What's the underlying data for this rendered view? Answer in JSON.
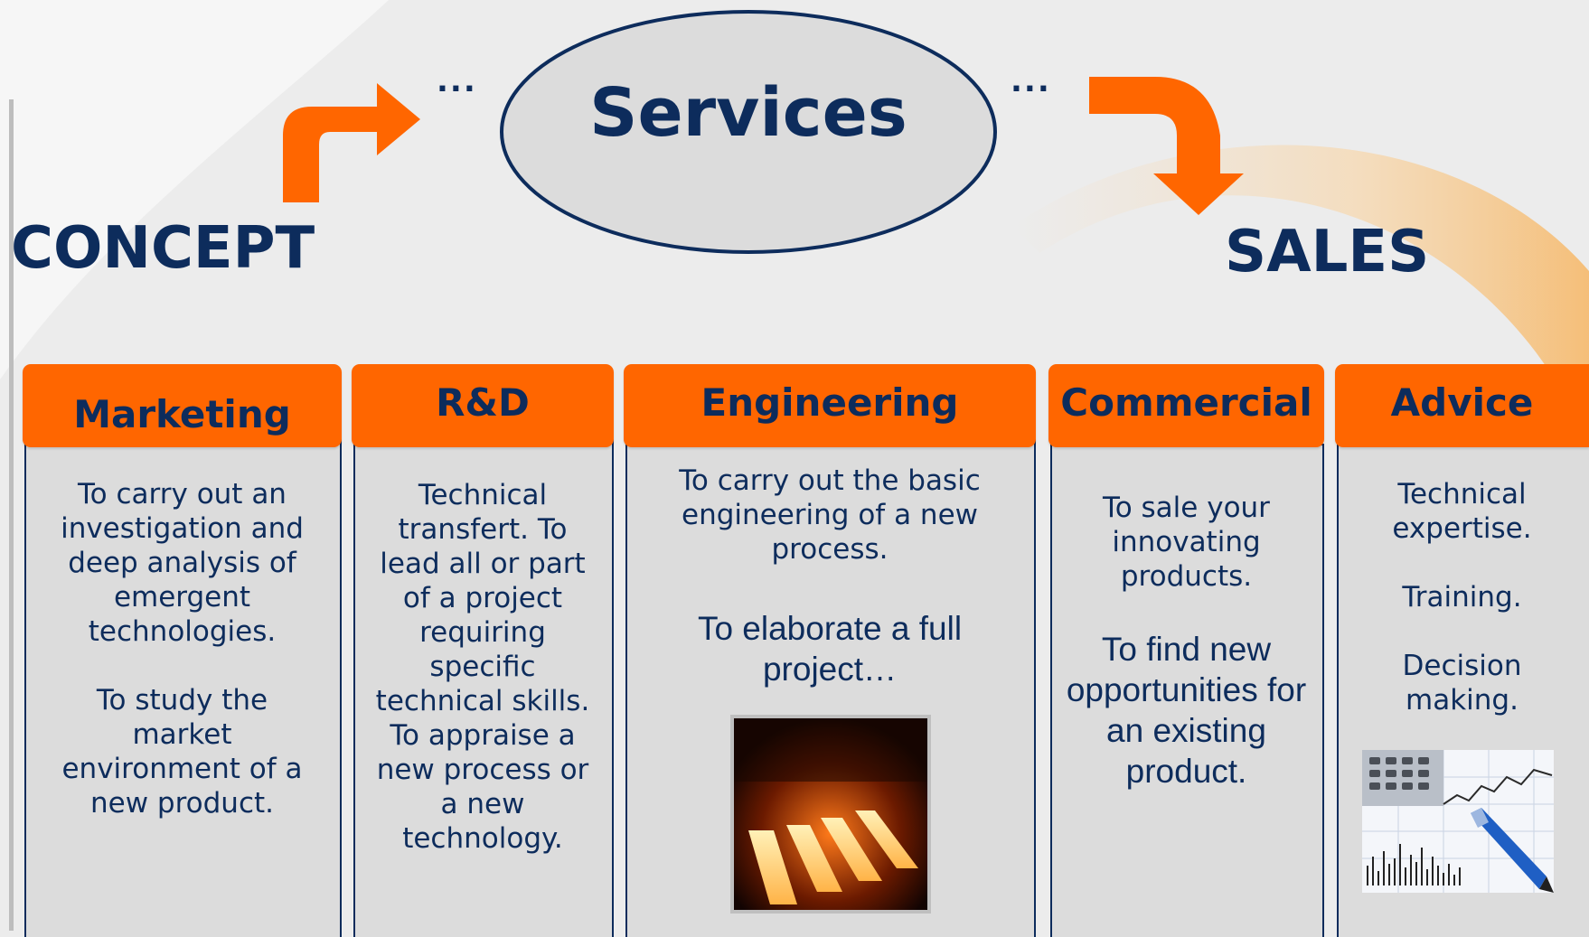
{
  "diagram": {
    "center_label": "Services",
    "left_label": "CONCEPT",
    "right_label": "SALES",
    "left_ellipsis": "...",
    "right_ellipsis": "...",
    "colors": {
      "orange": "#ff6600",
      "navy": "#0d2c5c",
      "panel": "#dcdcdc",
      "background": "#ececec"
    }
  },
  "columns": [
    {
      "title": "Marketing",
      "paragraphs": [
        "To carry out an investigation and deep analysis of emergent technologies.",
        "To study the market environment of a new product."
      ]
    },
    {
      "title": "R&D",
      "paragraphs": [
        "Technical transfert. To lead all or part of a project requiring specific technical skills. To appraise a new process or a new technology."
      ]
    },
    {
      "title": "Engineering",
      "paragraphs": [
        "To carry out the basic engineering of a new process.",
        "To elaborate a full project…"
      ],
      "image": "furnace-photo"
    },
    {
      "title": "Commercial",
      "paragraphs": [
        "To sale your innovating products.",
        "To find new opportunities for an existing product."
      ]
    },
    {
      "title": "Advice",
      "paragraphs": [
        "Technical expertise.",
        "Training.",
        "Decision making."
      ],
      "image": "calculator-chart-photo"
    }
  ]
}
